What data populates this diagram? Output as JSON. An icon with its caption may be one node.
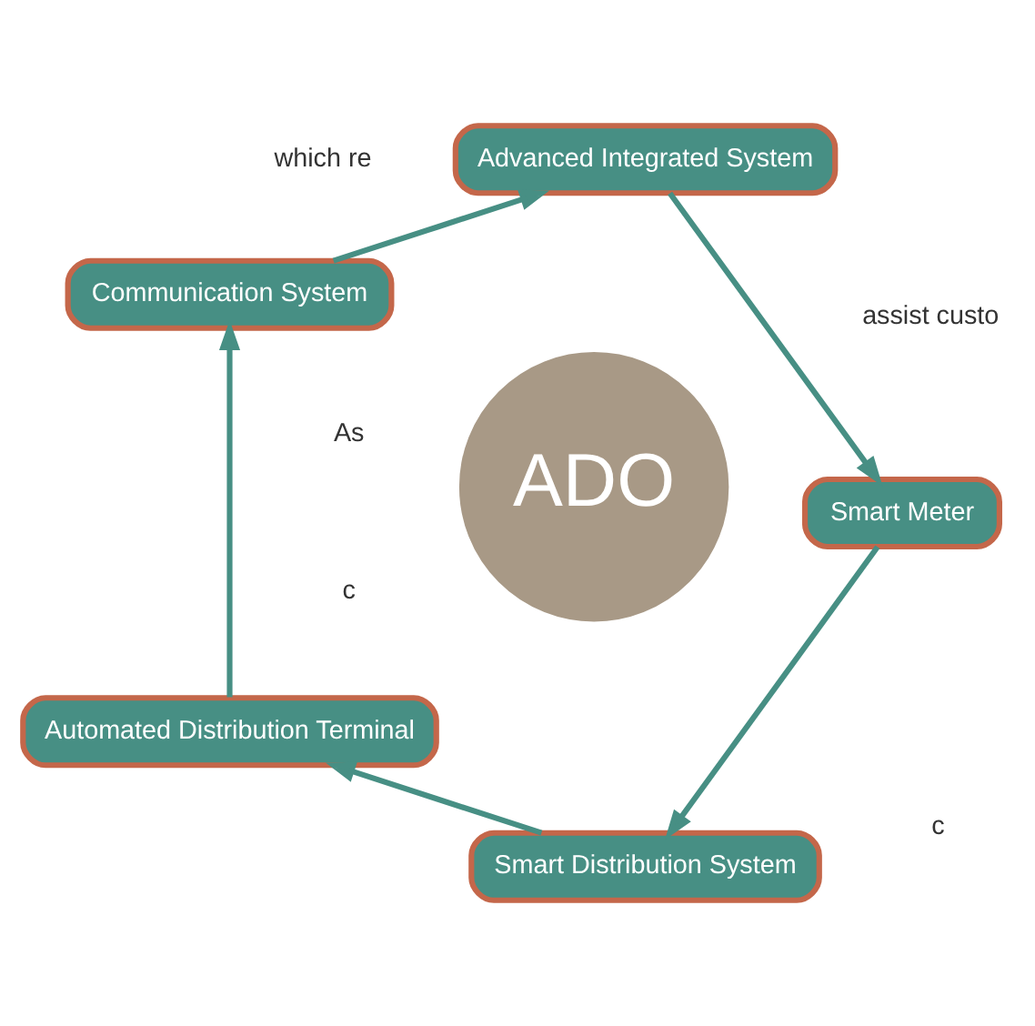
{
  "diagram": {
    "nodes": [
      {
        "text": [
          "ADO"
        ]
      },
      {
        "text": [
          "Smart Distribution System"
        ]
      },
      {
        "text": [
          "Automated Distribution Terminal"
        ]
      },
      {
        "text": [
          "Communication System"
        ]
      },
      {
        "text": [
          "Advanced Integrated System"
        ]
      },
      {
        "text": [
          "Smart Meter"
        ]
      }
    ],
    "edges": [
      {
        "from": 1,
        "to": 2,
        "arrow": "to"
      },
      {
        "from": 2,
        "to": 3,
        "arrow": "to"
      },
      {
        "from": 3,
        "to": 4,
        "arrow": "to"
      },
      {
        "from": 4,
        "to": 5,
        "arrow": "to"
      },
      {
        "from": 5,
        "to": 1,
        "arrow": "to"
      }
    ],
    "labels": [
      "assist custo",
      "which re",
      "As",
      "c",
      "c"
    ]
  }
}
